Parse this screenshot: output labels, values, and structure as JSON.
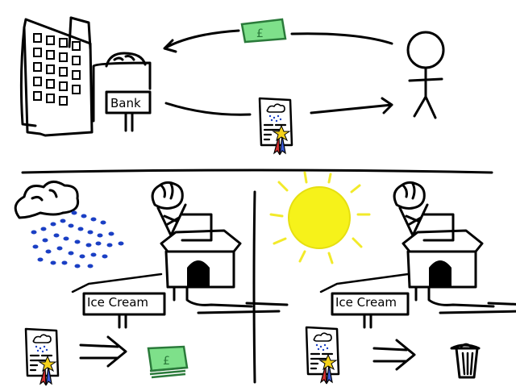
{
  "labels": {
    "bank": "Bank",
    "ice_cream_left": "Ice Cream",
    "ice_cream_right": "Ice Cream"
  },
  "icons": [
    "bank-building-icon",
    "money-bill-icon",
    "stick-figure-person-icon",
    "weather-contract-icon",
    "rain-cloud-icon",
    "sun-icon",
    "ice-cream-shop-icon",
    "money-stack-icon",
    "trash-can-icon"
  ],
  "colors": {
    "money": "#7ee08a",
    "money_stroke": "#2a7a3a",
    "sun": "#f6f21a",
    "sun_rays": "#f2ea2a",
    "rain": "#1a3fc4",
    "ribbon_red": "#d32f2f",
    "ribbon_blue": "#3a5bd9",
    "star": "#f5d21a"
  }
}
